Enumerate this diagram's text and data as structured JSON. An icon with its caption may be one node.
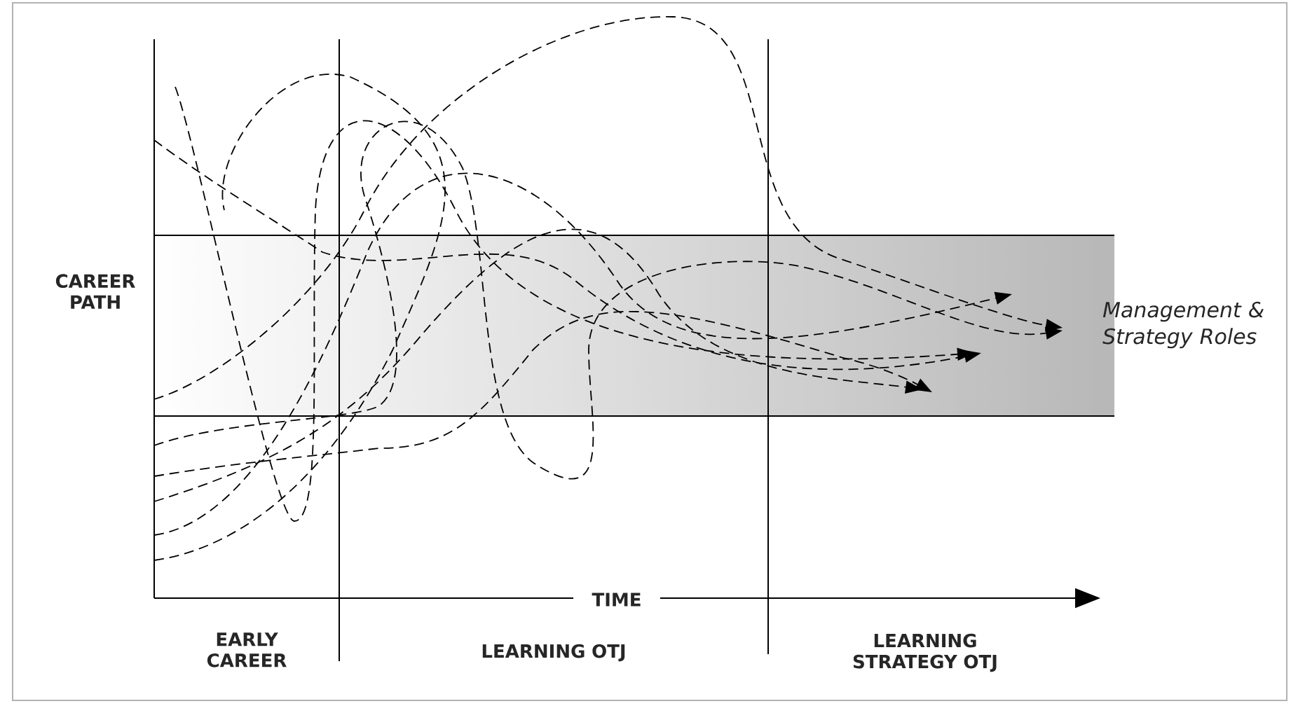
{
  "diagram": {
    "labels": [
      "CAREER PATH",
      "Management & Strategy Roles",
      "TIME",
      "EARLY CAREER",
      "LEARNING OTJ",
      "LEARNING STRATEGY OTJ"
    ]
  }
}
